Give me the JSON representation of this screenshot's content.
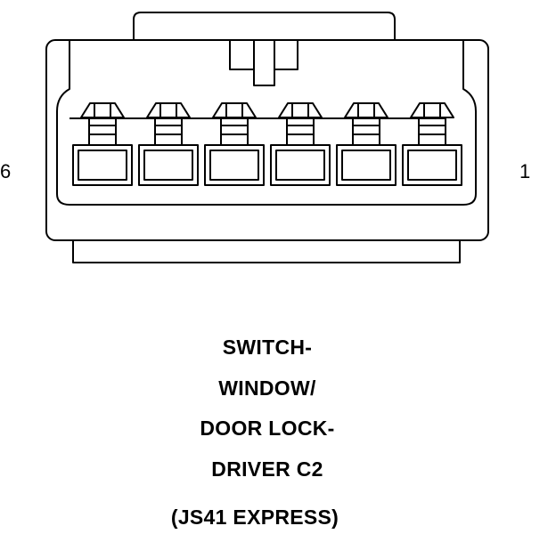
{
  "connector": {
    "pin_count": 6,
    "left_pin_label": "6",
    "right_pin_label": "1"
  },
  "caption": {
    "lines": [
      "SWITCH-",
      "WINDOW/",
      "DOOR LOCK-",
      "DRIVER C2"
    ],
    "variant": "(JS41 EXPRESS)"
  },
  "colors": {
    "stroke": "#000000",
    "background": "#ffffff"
  }
}
